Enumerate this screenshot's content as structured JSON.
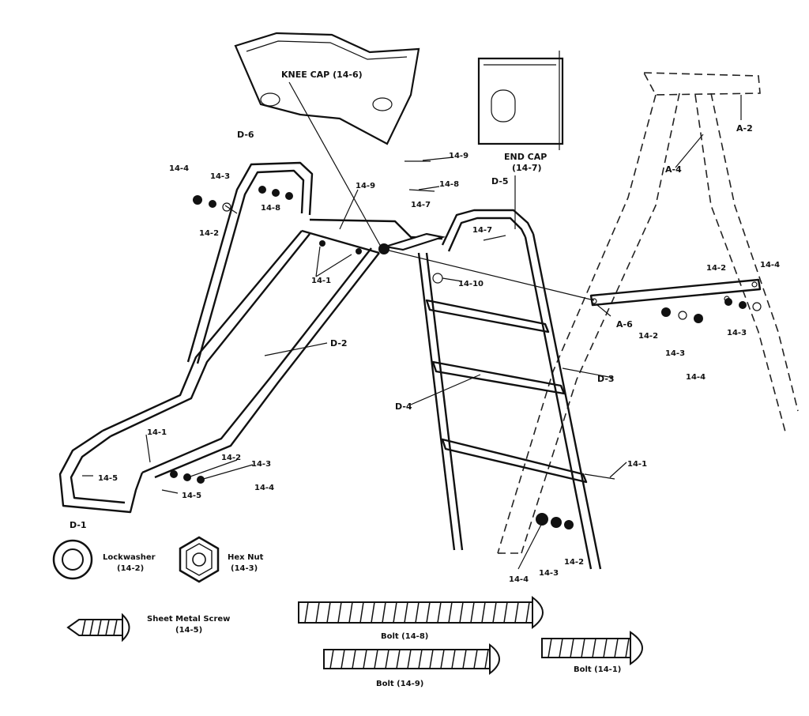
{
  "labels": {
    "knee_cap": "KNEE CAP (14-6)",
    "end_cap_line1": "END CAP",
    "end_cap_line2": "(14-7)",
    "d6_top": "D-6",
    "d5": "D-5",
    "a2": "A-2",
    "a4": "A-4",
    "a6": "A-6",
    "d2": "D-2",
    "d3": "D-3",
    "d4": "D-4",
    "d1": "D-1",
    "p14_4": "14-4",
    "p14_3": "14-3",
    "p14_2": "14-2",
    "p14_1": "14-1",
    "p14_5": "14-5",
    "p14_6": "14-6",
    "p14_7": "14-7",
    "p14_8": "14-8",
    "p14_9": "14-9",
    "p14_10": "14-10"
  },
  "legend": {
    "lockwasher_line1": "Lockwasher",
    "lockwasher_line2": "(14-2)",
    "hexnut_line1": "Hex Nut",
    "hexnut_line2": "(14-3)",
    "screw_line1": "Sheet Metal Screw",
    "screw_line2": "(14-5)",
    "bolt_14_8": "Bolt (14-8)",
    "bolt_14_9": "Bolt (14-9)",
    "bolt_14_1": "Bolt (14-1)"
  }
}
